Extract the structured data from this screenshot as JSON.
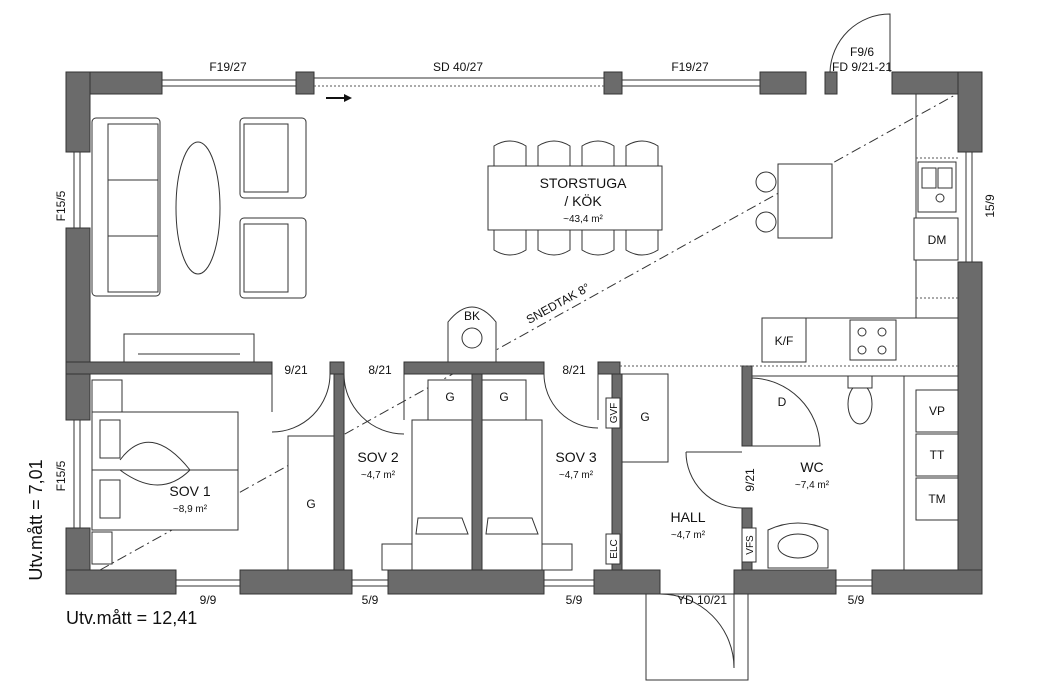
{
  "openings": {
    "window_top_left": "F19/27",
    "sliding_door_top": "SD 40/27",
    "window_top_right": "F19/27",
    "window_top_far_right": "F9/6",
    "door_top_right": "FD 9/21-21",
    "window_left_upper": "F15/5",
    "window_left_lower": "F15/5",
    "window_right": "15/9",
    "door_sov1": "9/21",
    "door_sov2": "8/21",
    "door_sov3": "8/21",
    "door_wc": "9/21",
    "window_bottom_sov1": "9/9",
    "window_bottom_sov2": "5/9",
    "window_bottom_sov3": "5/9",
    "front_door": "YD 10/21",
    "window_bottom_wc": "5/9"
  },
  "rooms": {
    "storstuga": {
      "name_line1": "STORSTUGA",
      "name_line2": "/ KÖK",
      "area": "~43,4 m²"
    },
    "sov1": {
      "name": "SOV 1",
      "area": "~8,9 m²"
    },
    "sov2": {
      "name": "SOV 2",
      "area": "~4,7 m²"
    },
    "sov3": {
      "name": "SOV 3",
      "area": "~4,7 m²"
    },
    "hall": {
      "name": "HALL",
      "area": "~4,7 m²"
    },
    "wc": {
      "name": "WC",
      "area": "~7,4 m²"
    }
  },
  "fixtures": {
    "bk": "BK",
    "dm": "DM",
    "kf": "K/F",
    "g": "G",
    "d": "D",
    "vp": "VP",
    "tt": "TT",
    "tm": "TM",
    "gvf": "GVF",
    "elc": "ELC",
    "vfs": "VFS"
  },
  "roof_note": "SNEDTAK 8°",
  "dimensions": {
    "height": "Utv.mått = 7,01",
    "width": "Utv.mått = 12,41"
  }
}
